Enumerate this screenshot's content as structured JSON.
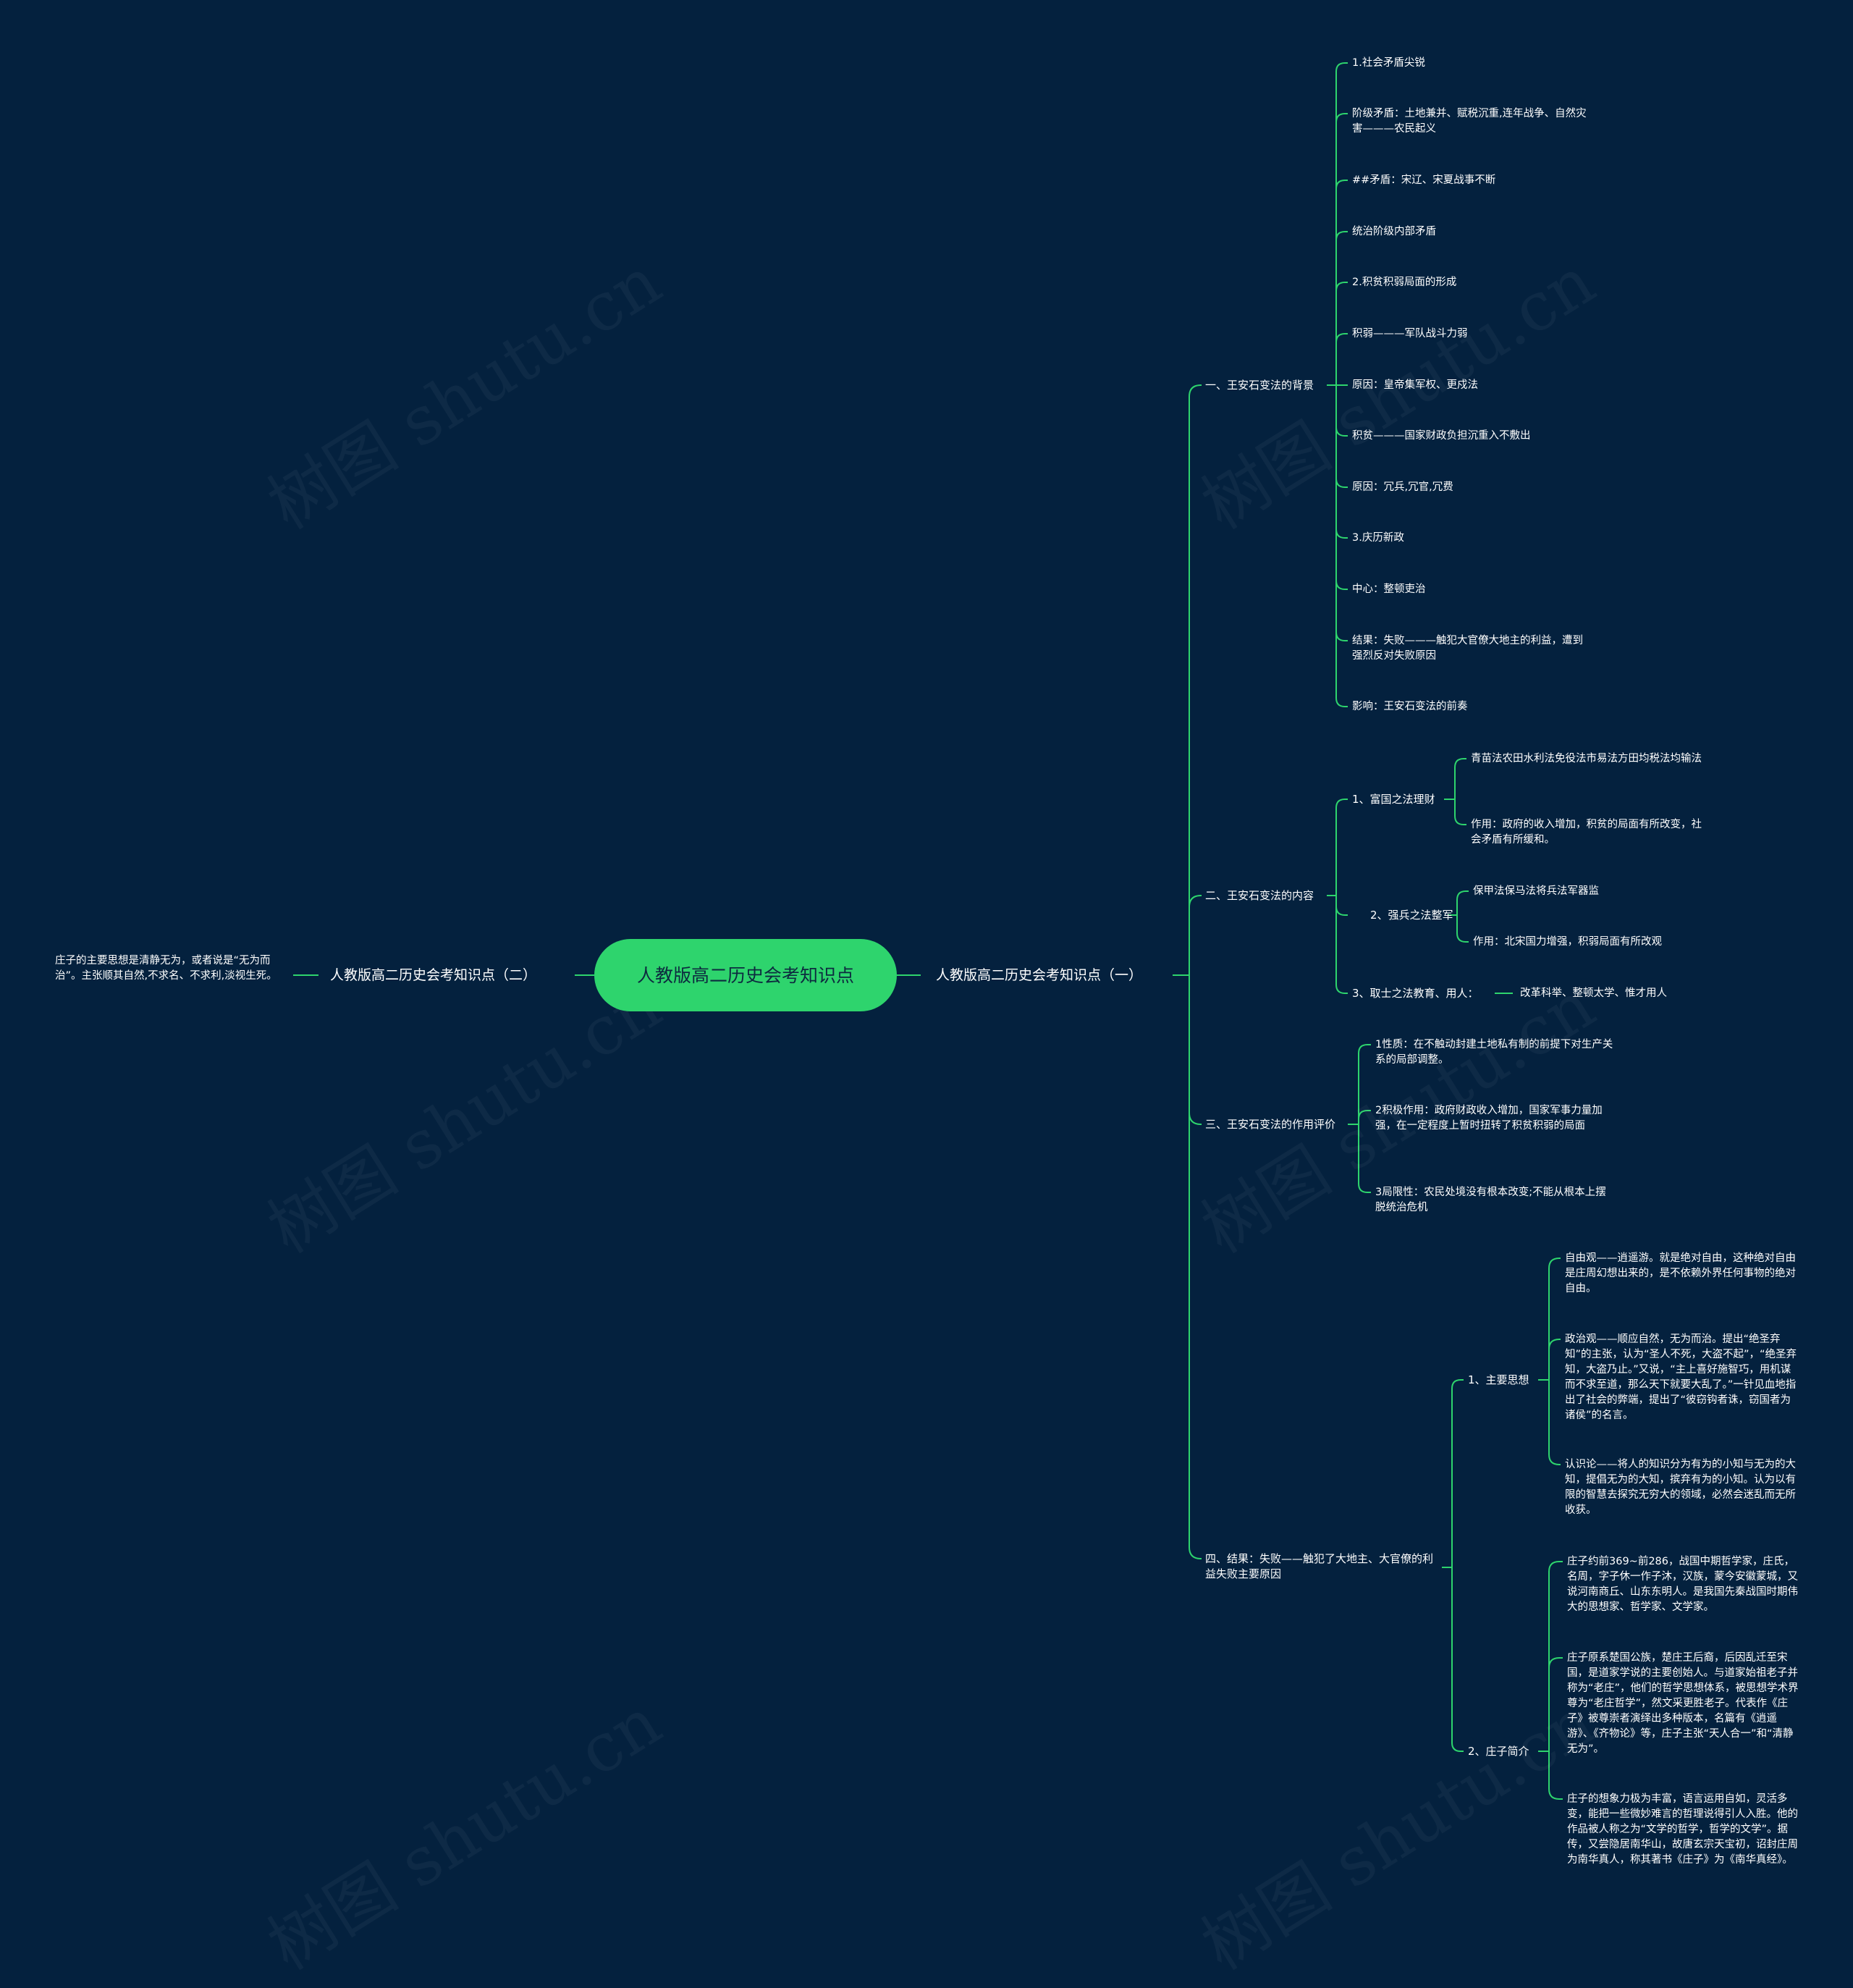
{
  "colors": {
    "background": "#04213e",
    "root_fill": "#2ed46d",
    "line": "#2ed46d",
    "text": "#ffffff"
  },
  "watermark": "树图 shutu.cn",
  "root": "人教版高二历史会考知识点",
  "left_branch": {
    "title": "人教版高二历史会考知识点（二）",
    "leaf": "庄子的主要思想是清静无为，或者说是“无为而治”。主张顺其自然,不求名、不求利,淡视生死。"
  },
  "right_branch": {
    "title": "人教版高二历史会考知识点（一）",
    "sections": [
      {
        "label": "一、王安石变法的背景",
        "items": [
          "1.社会矛盾尖锐",
          "阶级矛盾：土地兼并、赋税沉重,连年战争、自然灾害———农民起义",
          "##矛盾：宋辽、宋夏战事不断",
          "统治阶级内部矛盾",
          "2.积贫积弱局面的形成",
          "积弱———军队战斗力弱",
          "原因：皇帝集军权、更戍法",
          "积贫———国家财政负担沉重入不敷出",
          "原因：冗兵,冗官,冗费",
          "3.庆历新政",
          "中心：整顿吏治",
          "结果：失败———触犯大官僚大地主的利益，遭到强烈反对失败原因",
          "影响：王安石变法的前奏"
        ]
      },
      {
        "label": "二、王安石变法的内容",
        "subs": [
          {
            "label": "1、富国之法理财",
            "items": [
              "青苗法农田水利法免役法市易法方田均税法均输法",
              "作用：政府的收入增加，积贫的局面有所改变，社会矛盾有所缓和。"
            ]
          },
          {
            "label": "2、强兵之法整军",
            "items": [
              "保甲法保马法将兵法军器监",
              "作用：北宋国力增强，积弱局面有所改观"
            ]
          },
          {
            "label": "3、取士之法教育、用人：",
            "items": [
              "改革科举、整顿太学、惟才用人"
            ]
          }
        ]
      },
      {
        "label": "三、王安石变法的作用评价",
        "items": [
          "1性质：在不触动封建土地私有制的前提下对生产关系的局部调整。",
          "2积极作用：政府财政收入增加，国家军事力量加强，在一定程度上暂时扭转了积贫积弱的局面",
          "3局限性：农民处境没有根本改变;不能从根本上摆脱统治危机"
        ]
      },
      {
        "label": "四、结果：失败——触犯了大地主、大官僚的利益失败主要原因",
        "subs": [
          {
            "label": "1、主要思想",
            "items": [
              "自由观——逍遥游。就是绝对自由，这种绝对自由是庄周幻想出来的，是不依赖外界任何事物的绝对自由。",
              "政治观——顺应自然，无为而治。提出“绝圣弃知”的主张，认为“圣人不死，大盗不起”，“绝圣弃知，大盗乃止。”又说，“主上喜好施智巧，用机谋而不求至道，那么天下就要大乱了。”一针见血地指出了社会的弊端，提出了“彼窃钩者诛，窃国者为诸侯”的名言。",
              "认识论——将人的知识分为有为的小知与无为的大知，提倡无为的大知，摈弃有为的小知。认为以有限的智慧去探究无穷大的领域，必然会迷乱而无所收获。"
            ]
          },
          {
            "label": "2、庄子简介",
            "items": [
              "庄子约前369~前286，战国中期哲学家，庄氏，名周，字子休一作子沐，汉族，蒙今安徽蒙城，又说河南商丘、山东东明人。是我国先秦战国时期伟大的思想家、哲学家、文学家。",
              "庄子原系楚国公族，楚庄王后裔，后因乱迁至宋国，是道家学说的主要创始人。与道家始祖老子并称为“老庄”，他们的哲学思想体系，被思想学术界尊为“老庄哲学”，然文采更胜老子。代表作《庄子》被尊崇者演绎出多种版本，名篇有《逍遥游》、《齐物论》等，庄子主张“天人合一”和“清静无为”。",
              "庄子的想象力极为丰富，语言运用自如，灵活多变，能把一些微妙难言的哲理说得引人入胜。他的作品被人称之为“文学的哲学，哲学的文学”。据传，又尝隐居南华山，故唐玄宗天宝初，诏封庄周为南华真人，称其著书《庄子》为《南华真经》。"
            ]
          }
        ]
      }
    ]
  }
}
